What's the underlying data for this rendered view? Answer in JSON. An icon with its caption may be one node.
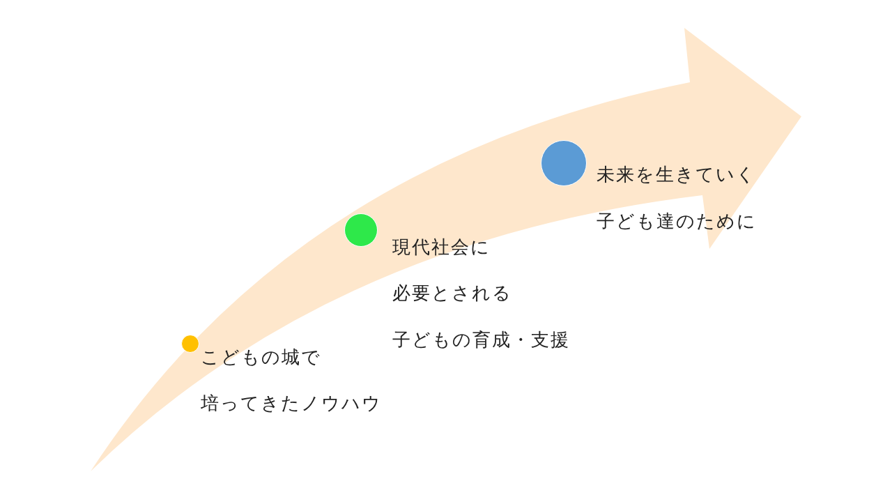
{
  "diagram": {
    "nodes": [
      {
        "text": [],
        "shape": "circle",
        "beside": [
          "こどもの城で",
          "培ってきたノウハウ"
        ]
      },
      {
        "text": [],
        "shape": "circle",
        "beside": [
          "現代社会に",
          "必要とされる",
          "子どもの育成・支援"
        ]
      },
      {
        "text": [],
        "shape": "circle",
        "beside": [
          "未来を生きていく",
          "子ども達のために"
        ]
      }
    ]
  }
}
